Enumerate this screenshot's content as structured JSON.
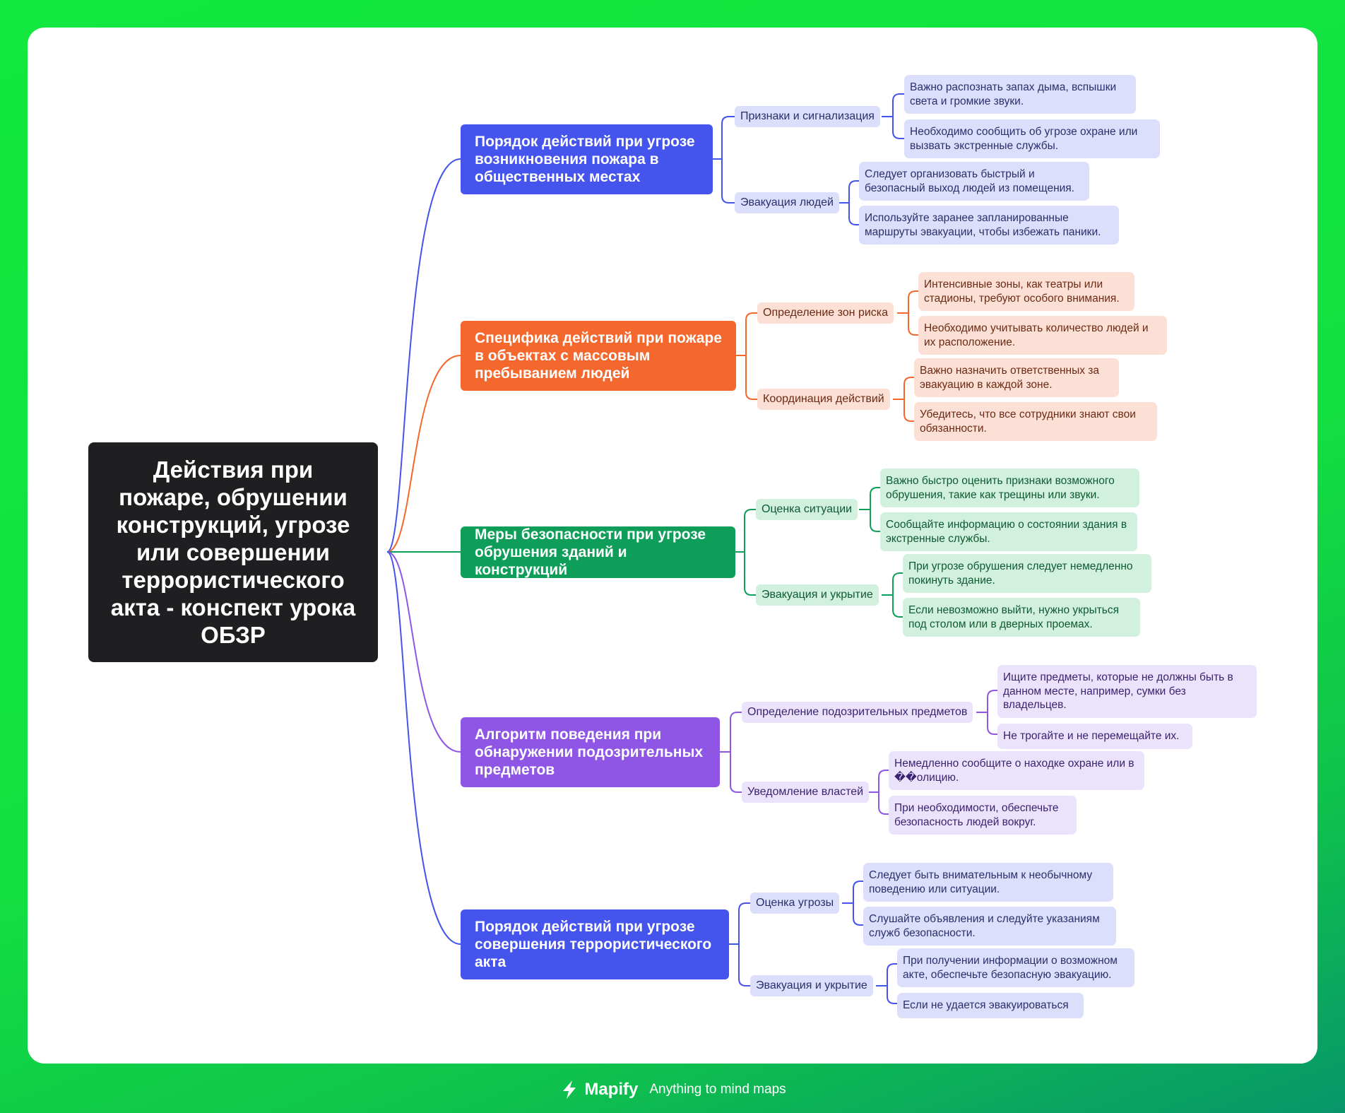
{
  "root": {
    "title": "Действия при пожаре, обрушении конструкций, угрозе или совершении террористического акта - конспект урока ОБЗР"
  },
  "colors": {
    "blue": "#4454ec",
    "orange": "#f4672d",
    "green": "#0f9d5a",
    "purple": "#8f56e6",
    "blue_light": "#dcdffb",
    "orange_light": "#fde0d5",
    "green_light": "#d1f0de",
    "purple_light": "#ebe3fb"
  },
  "branches": [
    {
      "label": "Порядок действий при угрозе возникновения пожара в общественных местах",
      "subs": [
        {
          "label": "Признаки и сигнализация",
          "leaves": [
            "Важно распознать запах дыма, вспышки света и громкие звуки.",
            "Необходимо сообщить об угрозе охране или вызвать экстренные службы."
          ]
        },
        {
          "label": "Эвакуация людей",
          "leaves": [
            "Следует организовать быстрый и безопасный выход людей из помещения.",
            "Используйте заранее запланированные маршруты эвакуации, чтобы избежать паники."
          ]
        }
      ]
    },
    {
      "label": "Специфика действий при пожаре в объектах с массовым пребыванием людей",
      "subs": [
        {
          "label": "Определение зон риска",
          "leaves": [
            "Интенсивные зоны, как театры или стадионы, требуют особого внимания.",
            "Необходимо учитывать количество людей и их расположение."
          ]
        },
        {
          "label": "Координация действий",
          "leaves": [
            "Важно назначить ответственных за эвакуацию в каждой зоне.",
            "Убедитесь, что все сотрудники знают свои обязанности."
          ]
        }
      ]
    },
    {
      "label": "Меры безопасности при угрозе обрушения зданий и конструкций",
      "subs": [
        {
          "label": "Оценка ситуации",
          "leaves": [
            "Важно быстро оценить признаки возможного обрушения, такие как трещины или звуки.",
            "Сообщайте информацию о состоянии здания в экстренные службы."
          ]
        },
        {
          "label": "Эвакуация и укрытие",
          "leaves": [
            "При угрозе обрушения следует немедленно покинуть здание.",
            "Если невозможно выйти, нужно укрыться под столом или в дверных проемах."
          ]
        }
      ]
    },
    {
      "label": "Алгоритм поведения при обнаружении подозрительных предметов",
      "subs": [
        {
          "label": "Определение подозрительных предметов",
          "leaves": [
            "Ищите предметы, которые не должны быть в данном месте, например, сумки без владельцев.",
            "Не трогайте и не перемещайте их."
          ]
        },
        {
          "label": "Уведомление властей",
          "leaves": [
            "Немедленно сообщите о находке охране или в ��олицию.",
            "При необходимости, обеспечьте безопасность людей вокруг."
          ]
        }
      ]
    },
    {
      "label": "Порядок действий при угрозе совершения террористического акта",
      "subs": [
        {
          "label": "Оценка угрозы",
          "leaves": [
            "Следует быть внимательным к необычному поведению или ситуации.",
            "Слушайте объявления и следуйте указаниям служб безопасности."
          ]
        },
        {
          "label": "Эвакуация и укрытие",
          "leaves": [
            "При получении информации о возможном акте, обеспечьте безопасную эвакуацию.",
            "Если не удается эвакуироваться"
          ]
        }
      ]
    }
  ],
  "footer": {
    "brand": "Mapify",
    "tagline": "Anything to mind maps",
    "icon": "lightning-icon"
  }
}
